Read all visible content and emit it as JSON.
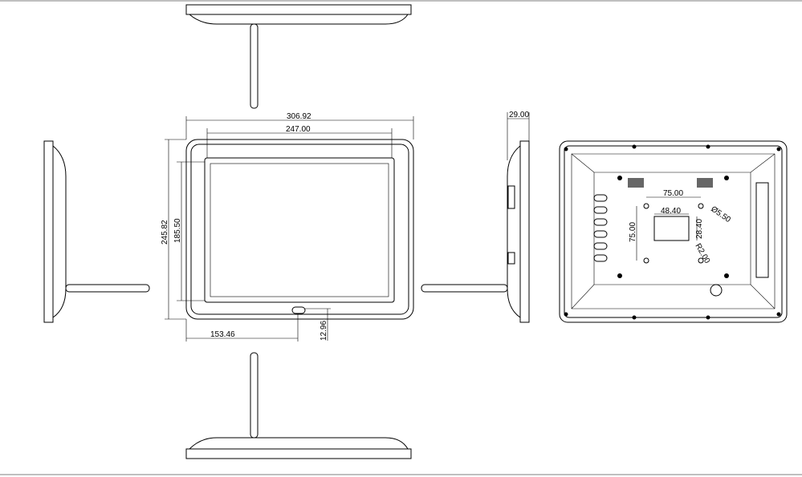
{
  "front_view": {
    "overall_width": "306.92",
    "screen_width": "247.00",
    "overall_height": "245.82",
    "screen_height": "185.50",
    "button_offset_x": "153.46",
    "button_offset_y": "12.96"
  },
  "side_view": {
    "depth": "29.00"
  },
  "back_view": {
    "vesa_horizontal": "75.00",
    "vesa_vertical": "75.00",
    "label_width": "48.40",
    "label_height": "28.40",
    "hole_diameter": "Ø5.50",
    "corner_radius": "R2.00"
  }
}
